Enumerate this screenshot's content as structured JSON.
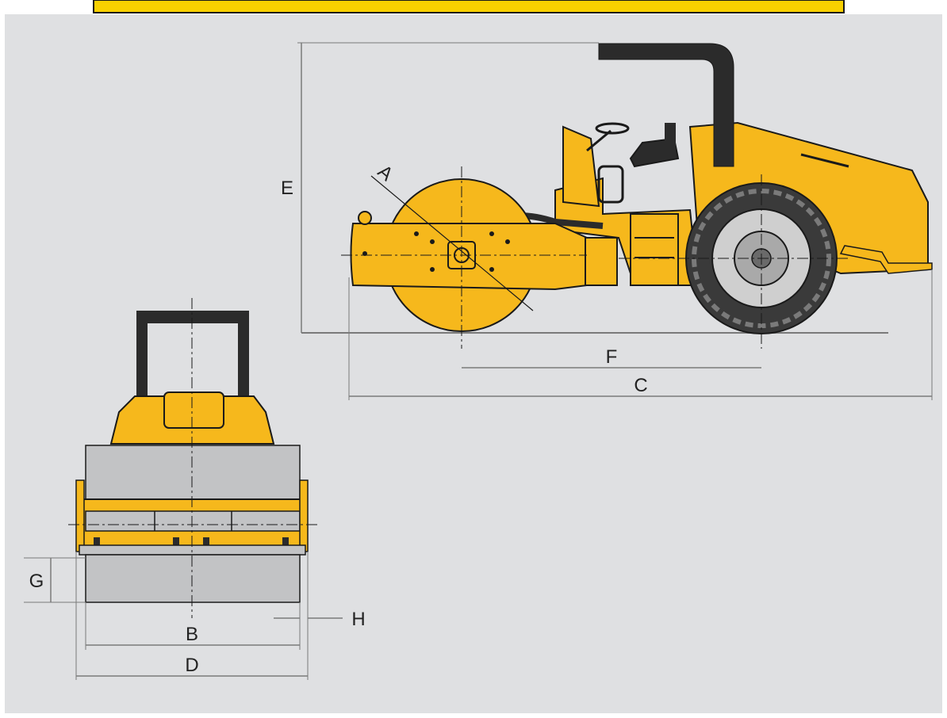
{
  "labels": {
    "A": "A",
    "B": "B",
    "C": "C",
    "D": "D",
    "E": "E",
    "F": "F",
    "G": "G",
    "H": "H"
  },
  "colors": {
    "panel": "#dfe0e2",
    "machine_yellow": "#f6b81c",
    "banner_yellow": "#f8d000",
    "outline": "#1a1a1a",
    "drum_grey": "#c2c3c5",
    "exhaust_dark": "#2b2b2b"
  }
}
